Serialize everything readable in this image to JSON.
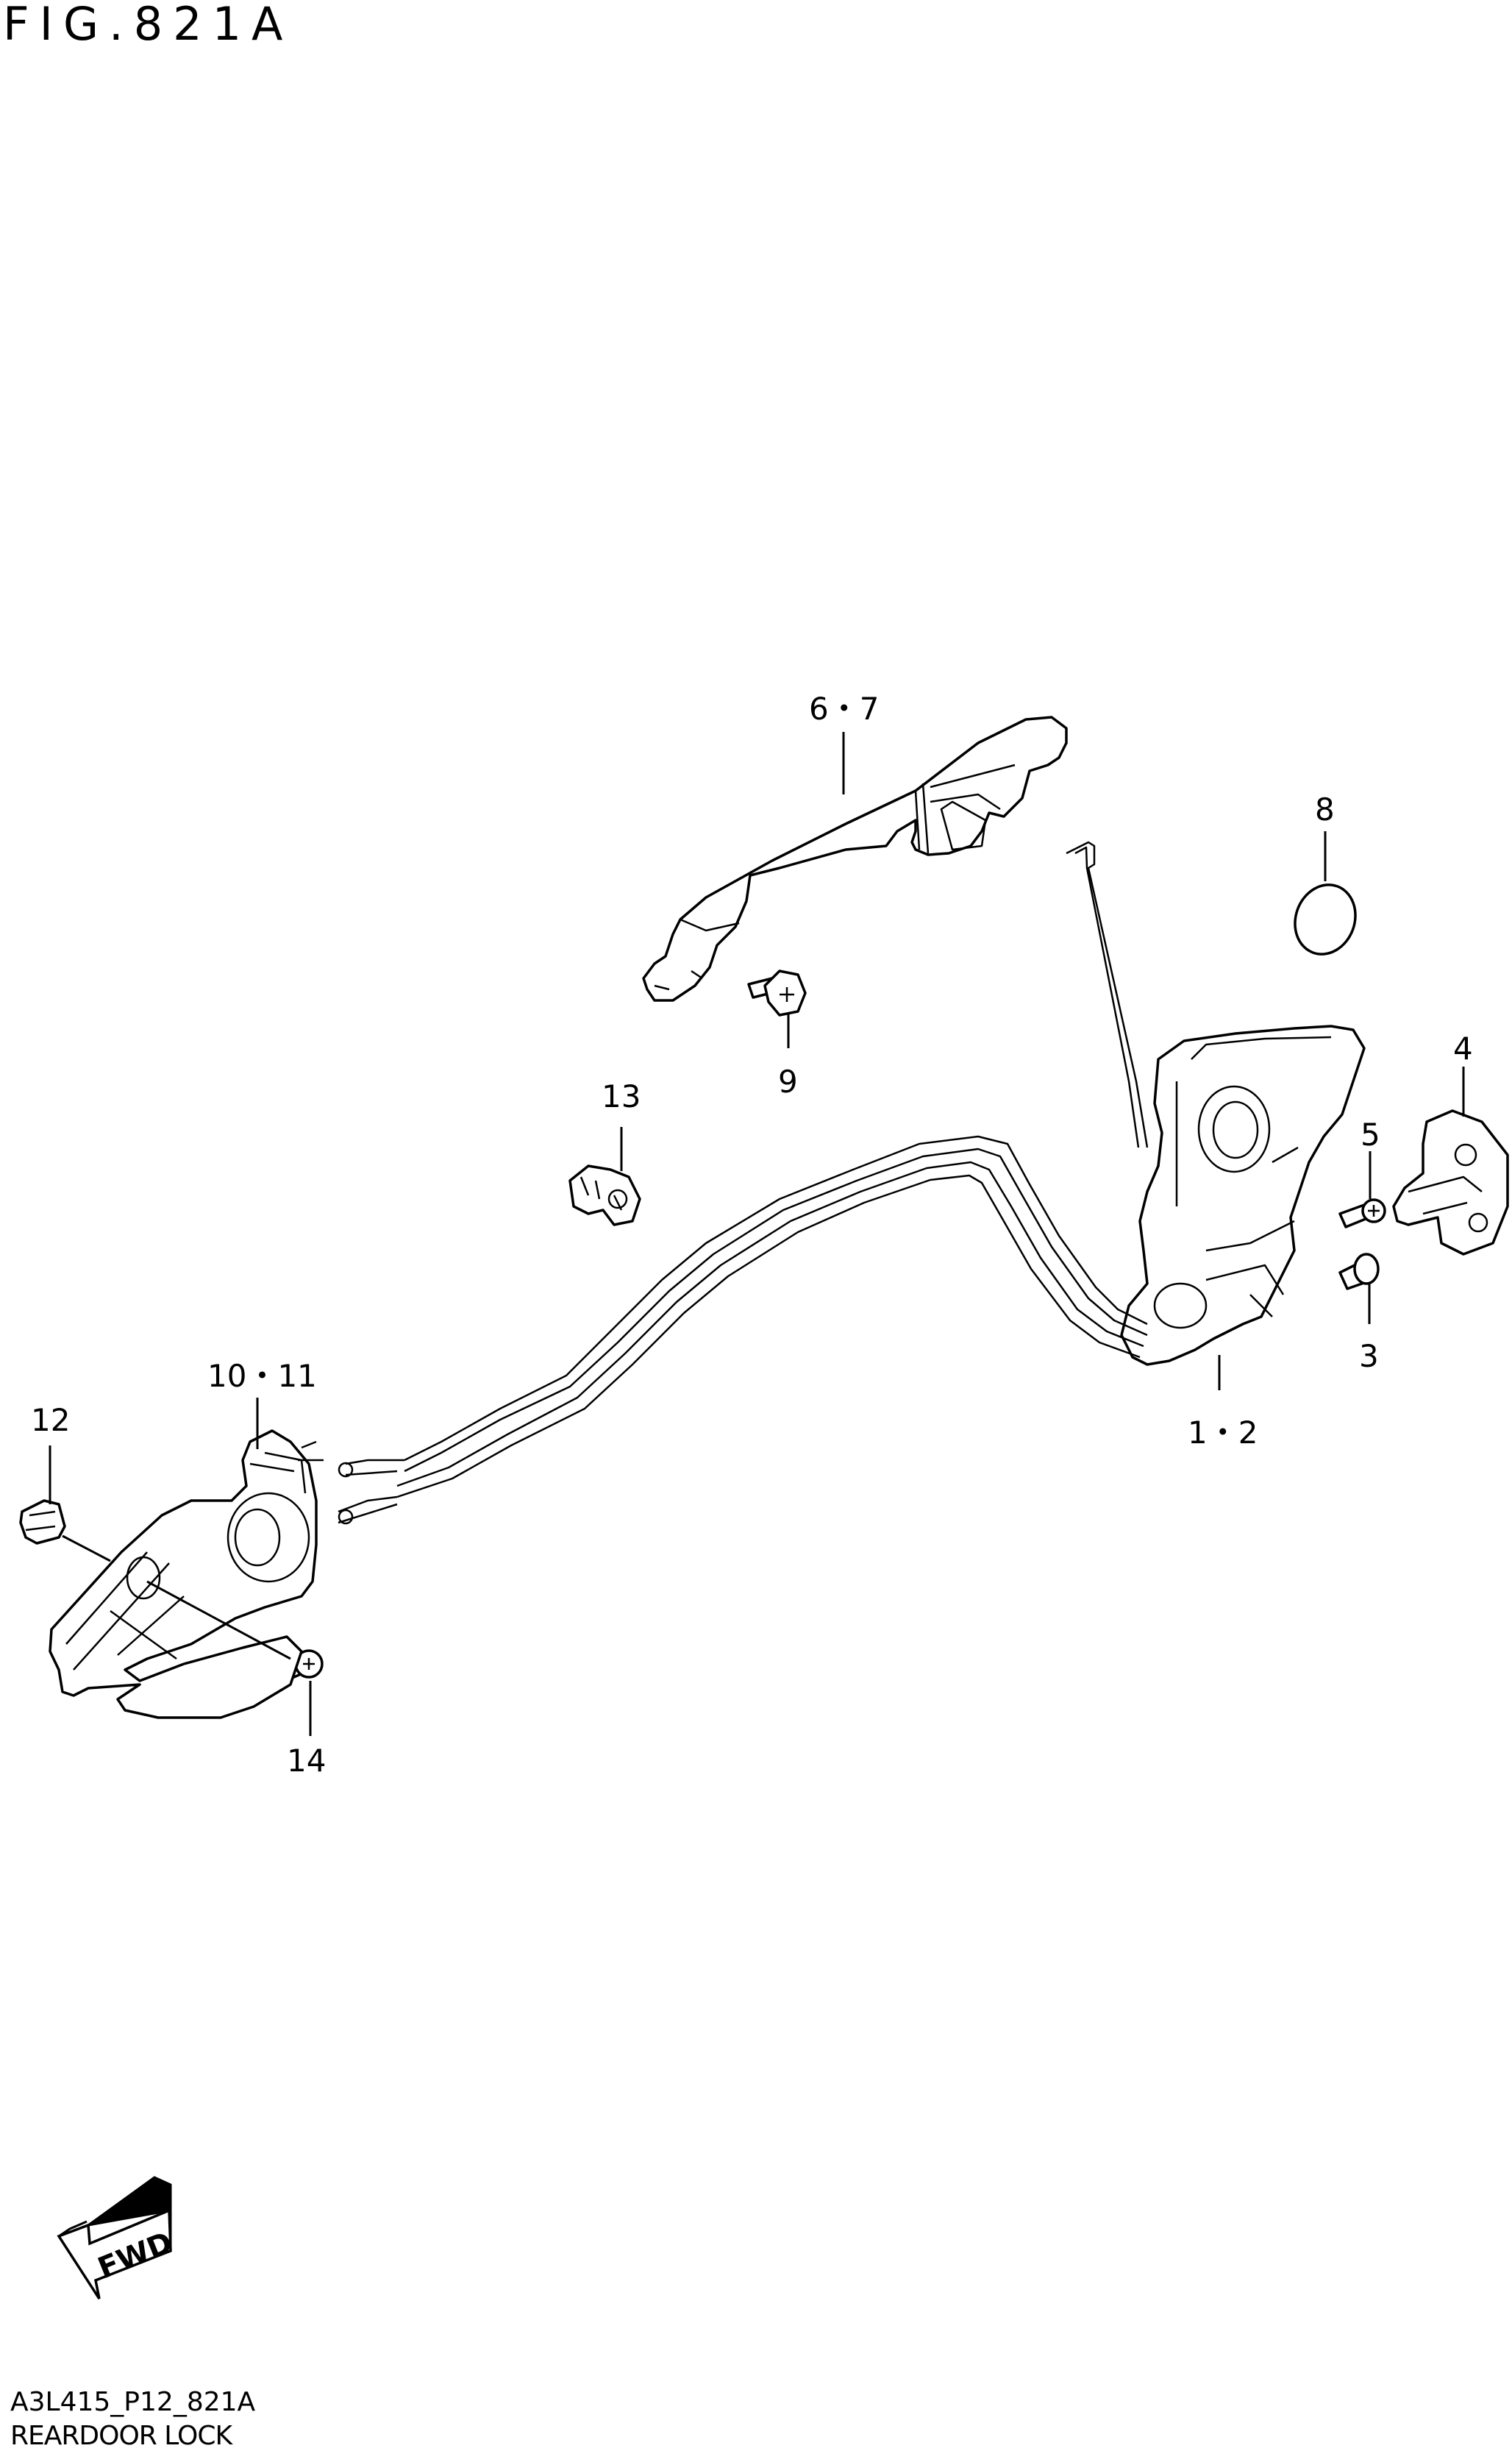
{
  "figure_title": "FIG.821A",
  "diagram_code": "A3L415_P12_821A",
  "caption": "REARDOOR LOCK",
  "fwd_label": "FWD",
  "callouts": {
    "c67": "6・7",
    "c8": "8",
    "c4": "4",
    "c5": "5",
    "c3": "3",
    "c9": "9",
    "c13": "13",
    "c12": "1・2",
    "c1011": "10・11",
    "c12b": "12",
    "c14": "14"
  }
}
